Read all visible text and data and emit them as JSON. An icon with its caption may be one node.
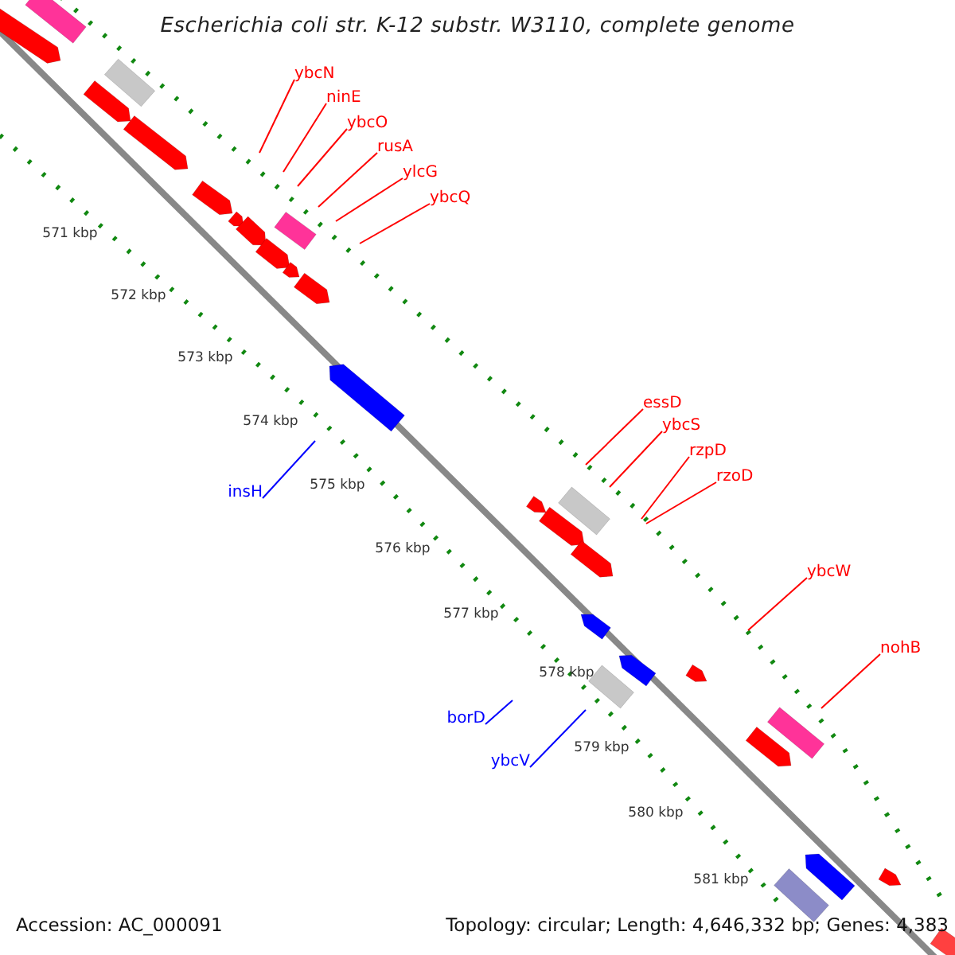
{
  "diagram": {
    "title": "Escherichia coli str. K-12 substr. W3110, complete genome",
    "nodes": [
      {
        "text": [
          "ybcN"
        ]
      },
      {
        "text": [
          "ninE"
        ]
      },
      {
        "text": [
          "ybcO"
        ]
      },
      {
        "text": [
          "rusA"
        ]
      },
      {
        "text": [
          "ylcG"
        ]
      },
      {
        "text": [
          "ybcQ"
        ]
      },
      {
        "text": [
          "essD"
        ]
      },
      {
        "text": [
          "ybcS"
        ]
      },
      {
        "text": [
          "rzpD"
        ]
      },
      {
        "text": [
          "rzoD"
        ]
      },
      {
        "text": [
          "insH"
        ]
      },
      {
        "text": [
          "ybcW"
        ]
      },
      {
        "text": [
          "nohB"
        ]
      },
      {
        "text": [
          "borD"
        ]
      },
      {
        "text": [
          "ybcV"
        ]
      }
    ],
    "edges": [
      {
        "from": 0,
        "to": null,
        "arrow": "none"
      },
      {
        "from": 1,
        "to": null,
        "arrow": "none"
      },
      {
        "from": 2,
        "to": null,
        "arrow": "none"
      },
      {
        "from": 3,
        "to": null,
        "arrow": "none"
      },
      {
        "from": 4,
        "to": null,
        "arrow": "none"
      },
      {
        "from": 5,
        "to": null,
        "arrow": "none"
      },
      {
        "from": 6,
        "to": null,
        "arrow": "none"
      },
      {
        "from": 7,
        "to": null,
        "arrow": "none"
      },
      {
        "from": 8,
        "to": null,
        "arrow": "none"
      },
      {
        "from": 9,
        "to": null,
        "arrow": "none"
      },
      {
        "from": 10,
        "to": null,
        "arrow": "none",
        "color": "#0000ff"
      },
      {
        "from": 11,
        "to": null,
        "arrow": "none"
      },
      {
        "from": 12,
        "to": null,
        "arrow": "none"
      },
      {
        "from": 13,
        "to": null,
        "arrow": "none",
        "color": "#0000ff"
      },
      {
        "from": 14,
        "to": null,
        "arrow": "none",
        "color": "#0000ff"
      }
    ],
    "labels": [
      "571 kbp",
      "572 kbp",
      "573 kbp",
      "574 kbp",
      "575 kbp",
      "576 kbp",
      "577 kbp",
      "578 kbp",
      "579 kbp",
      "580 kbp",
      "581 kbp",
      "Accession: AC_000091",
      "Topology: circular; Length: 4,646,332 bp; Genes: 4,383"
    ]
  }
}
